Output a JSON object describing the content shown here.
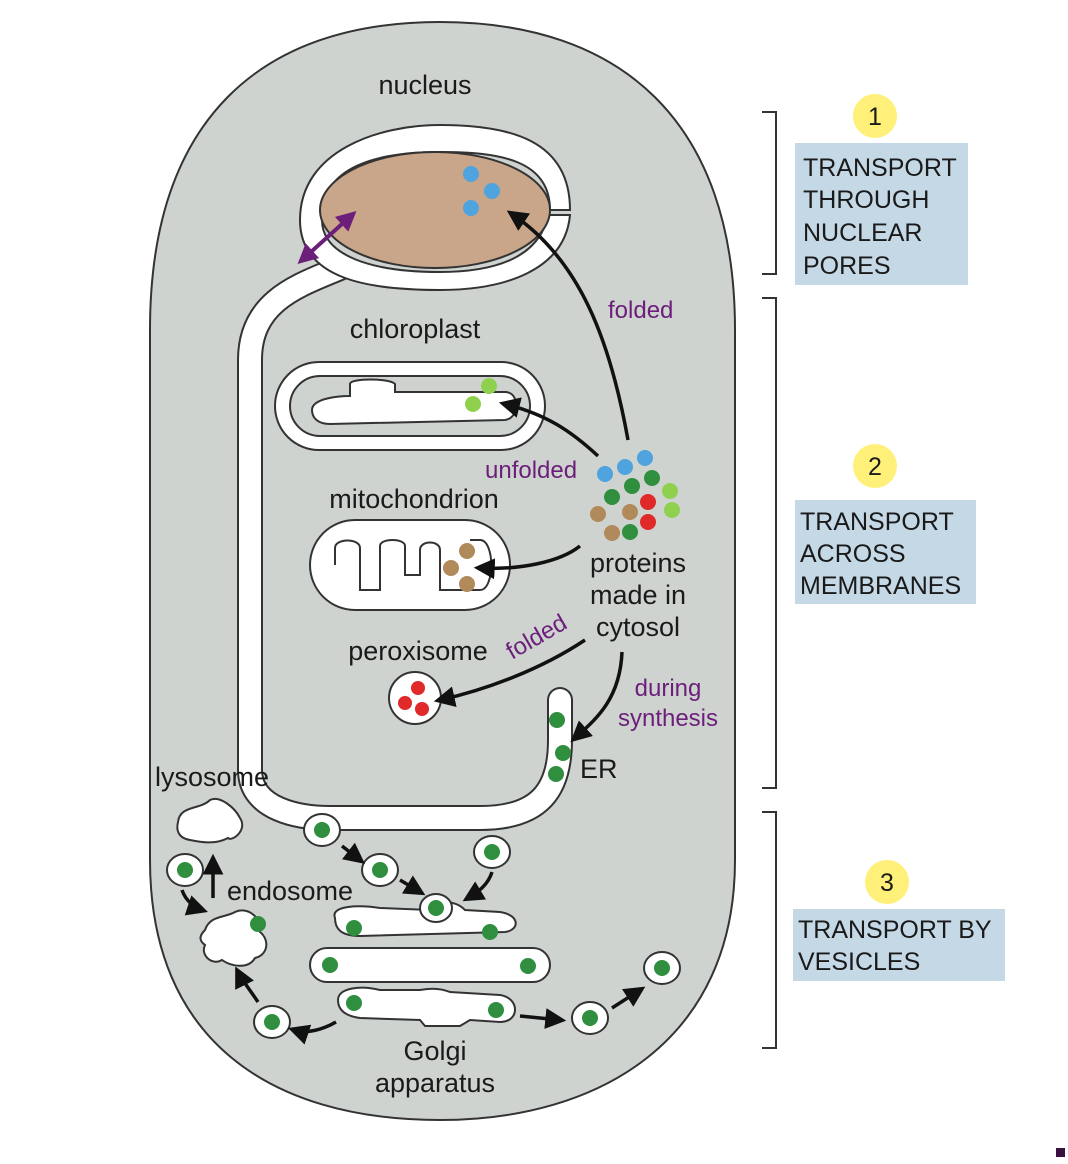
{
  "colors": {
    "cell": "#cfd3d0",
    "nucleus_interior": "#c9a68a",
    "label_purple": "#6b1f7a",
    "box_fill": "#c4d8e6",
    "badge": "#fff07a",
    "protein_blue": "#4fa3df",
    "protein_green": "#2f8f3f",
    "protein_lightgreen": "#8fd14f",
    "protein_red": "#e02a2a",
    "protein_brown": "#b08a5a"
  },
  "labels": {
    "nucleus": "nucleus",
    "chloroplast": "chloroplast",
    "mitochondrion": "mitochondrion",
    "peroxisome": "peroxisome",
    "proteins_line1": "proteins",
    "proteins_line2": "made in",
    "proteins_line3": "cytosol",
    "er": "ER",
    "lysosome": "lysosome",
    "endosome": "endosome",
    "golgi_line1": "Golgi",
    "golgi_line2": "apparatus",
    "folded_top": "folded",
    "unfolded": "unfolded",
    "folded_peroxisome": "folded",
    "during": "during",
    "synthesis": "synthesis"
  },
  "steps": [
    {
      "number": "1",
      "lines": [
        "TRANSPORT",
        "THROUGH",
        "NUCLEAR",
        "PORES"
      ]
    },
    {
      "number": "2",
      "lines": [
        "TRANSPORT",
        "ACROSS",
        "MEMBRANES"
      ]
    },
    {
      "number": "3",
      "lines": [
        "TRANSPORT BY",
        "VESICLES"
      ]
    }
  ]
}
